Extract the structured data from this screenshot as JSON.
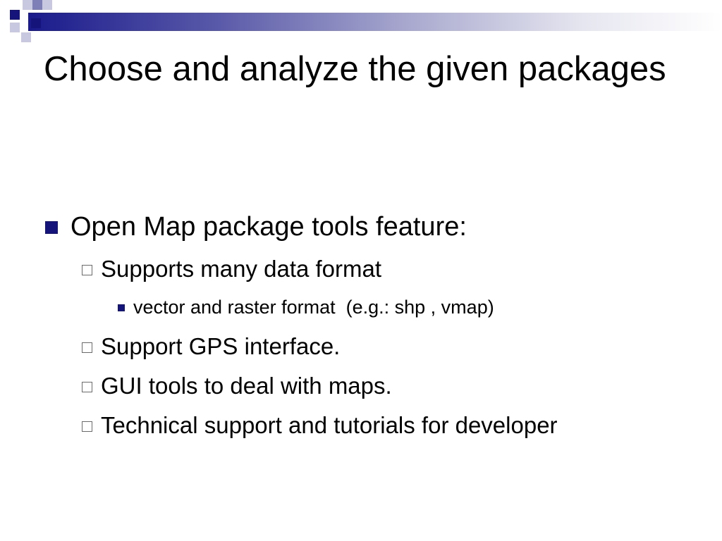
{
  "slide": {
    "title": "Choose and analyze the given packages",
    "colors": {
      "accent_dark": "#14147a",
      "accent_mid": "#7f7fb8",
      "accent_light": "#c8c8e0",
      "text": "#000000",
      "background": "#ffffff"
    },
    "bullets": {
      "main": "Open Map package tools feature:",
      "sub_1": "Supports many data format",
      "sub_1_detail": "vector and raster format  (e.g.: shp , vmap)",
      "sub_2": "Support GPS interface.",
      "sub_3": "GUI tools to deal with maps.",
      "sub_4": "Technical support and tutorials for developer"
    }
  }
}
